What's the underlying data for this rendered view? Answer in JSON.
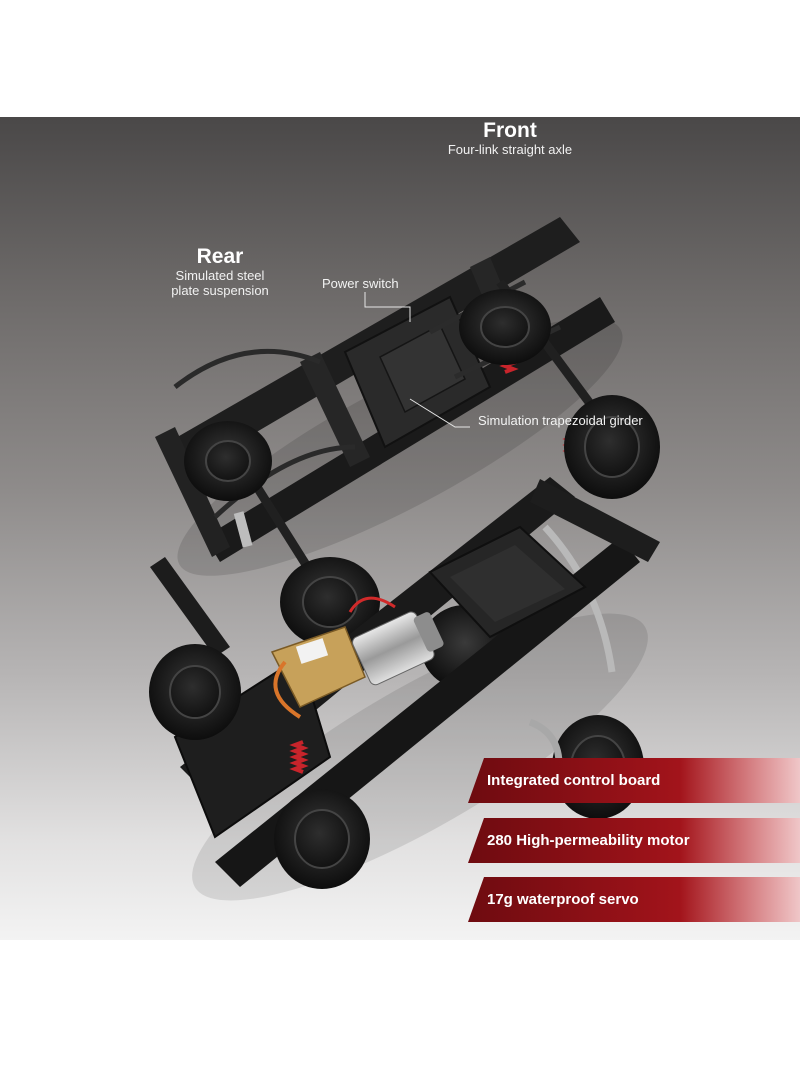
{
  "front": {
    "heading": "Front",
    "subtitle": "Four-link straight axle"
  },
  "rear": {
    "heading": "Rear",
    "subtitle_line1": "Simulated steel",
    "subtitle_line2": "plate suspension"
  },
  "callouts": {
    "power_switch": "Power switch",
    "girder": "Simulation trapezoidal girder"
  },
  "features": [
    {
      "label": "Integrated control board"
    },
    {
      "label": "280 High-permeability motor"
    },
    {
      "label": "17g waterproof servo"
    }
  ],
  "colors": {
    "banner_red": "#9b1219",
    "spring_red": "#c8242b",
    "chassis": "#1c1c1c"
  }
}
